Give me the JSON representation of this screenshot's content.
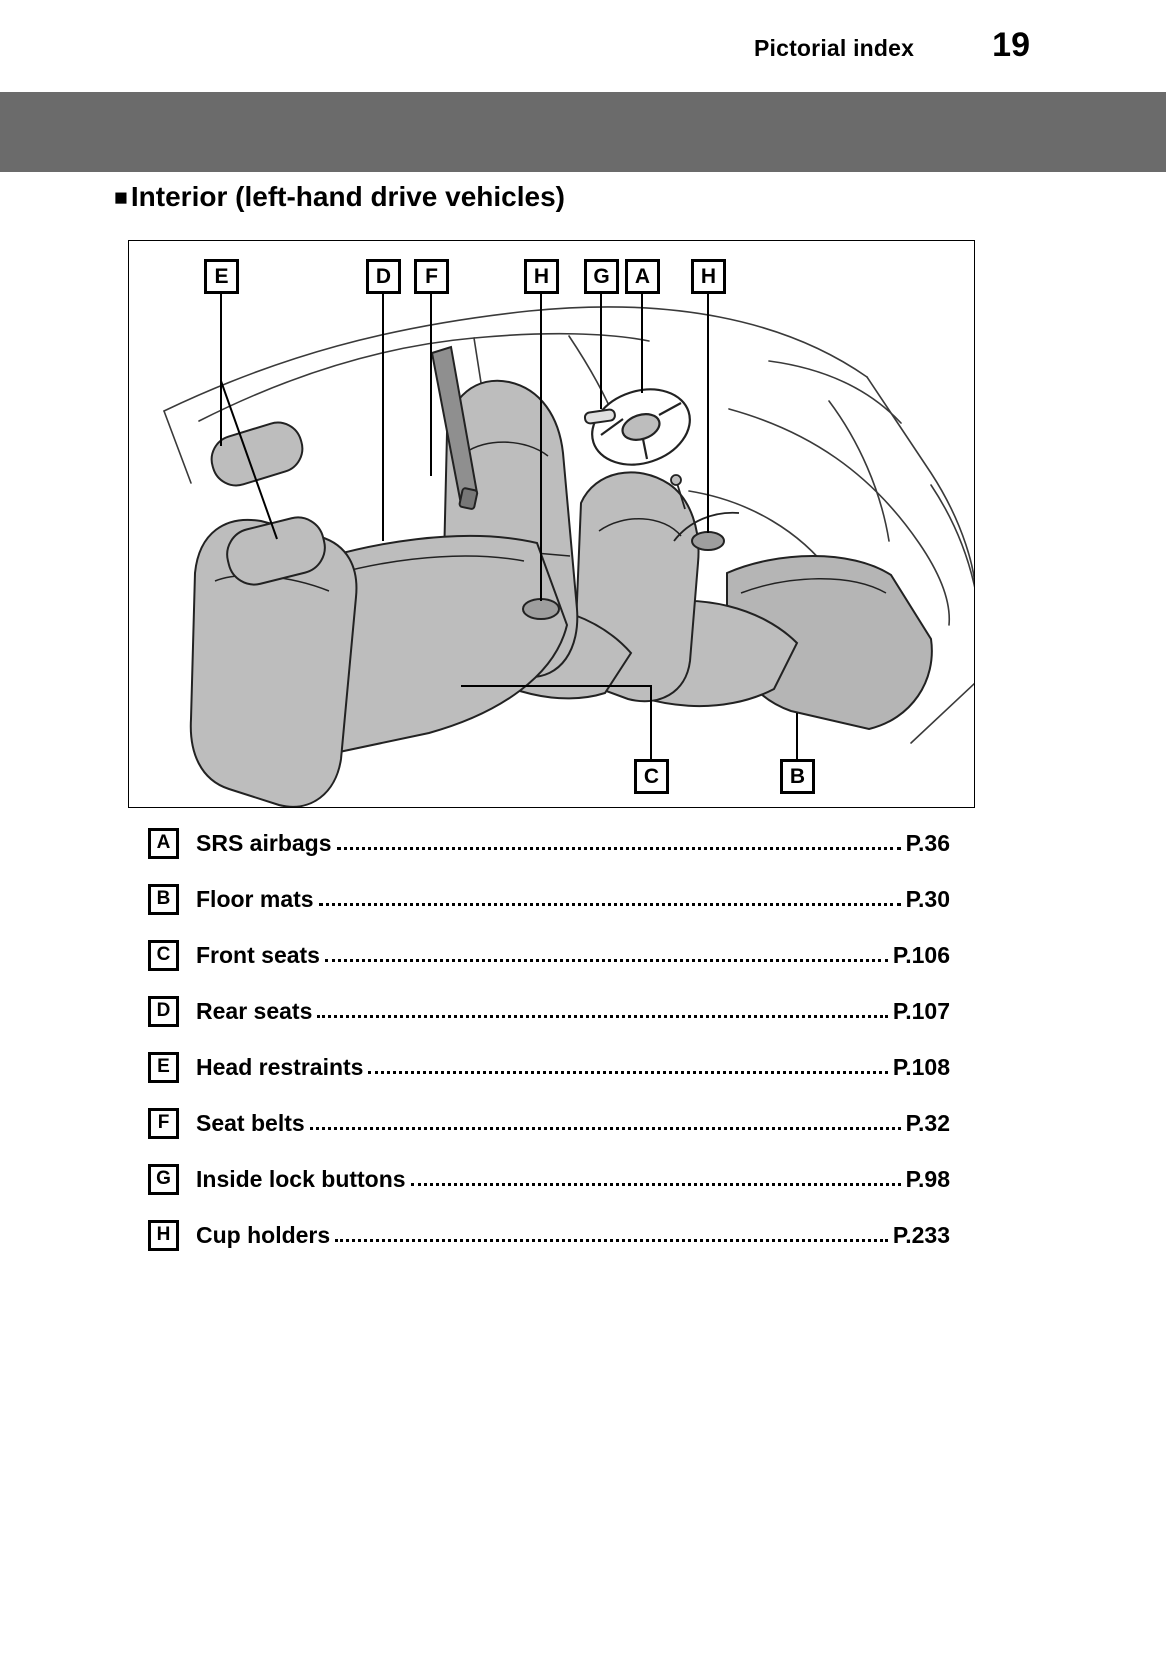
{
  "header": {
    "section_title": "Pictorial index",
    "page_number": "19"
  },
  "section": {
    "bullet": "■",
    "title": "Interior (left-hand drive vehicles)"
  },
  "figure": {
    "description": "Car interior cutaway illustration with labeled parts",
    "callouts_top": [
      "E",
      "D",
      "F",
      "H",
      "G",
      "A",
      "H"
    ],
    "callouts_bottom": [
      "C",
      "B"
    ]
  },
  "index_items": [
    {
      "letter": "A",
      "label": "SRS airbags",
      "page": "P.36"
    },
    {
      "letter": "B",
      "label": "Floor mats",
      "page": "P.30"
    },
    {
      "letter": "C",
      "label": "Front seats",
      "page": "P.106"
    },
    {
      "letter": "D",
      "label": "Rear seats",
      "page": "P.107"
    },
    {
      "letter": "E",
      "label": "Head restraints",
      "page": "P.108"
    },
    {
      "letter": "F",
      "label": "Seat belts",
      "page": "P.32"
    },
    {
      "letter": "G",
      "label": "Inside lock buttons",
      "page": "P.98"
    },
    {
      "letter": "H",
      "label": "Cup holders",
      "page": "P.233"
    }
  ],
  "colors": {
    "band_gray": "#6b6b6b",
    "seat_gray": "#bdbdbd",
    "outline": "#222222"
  }
}
